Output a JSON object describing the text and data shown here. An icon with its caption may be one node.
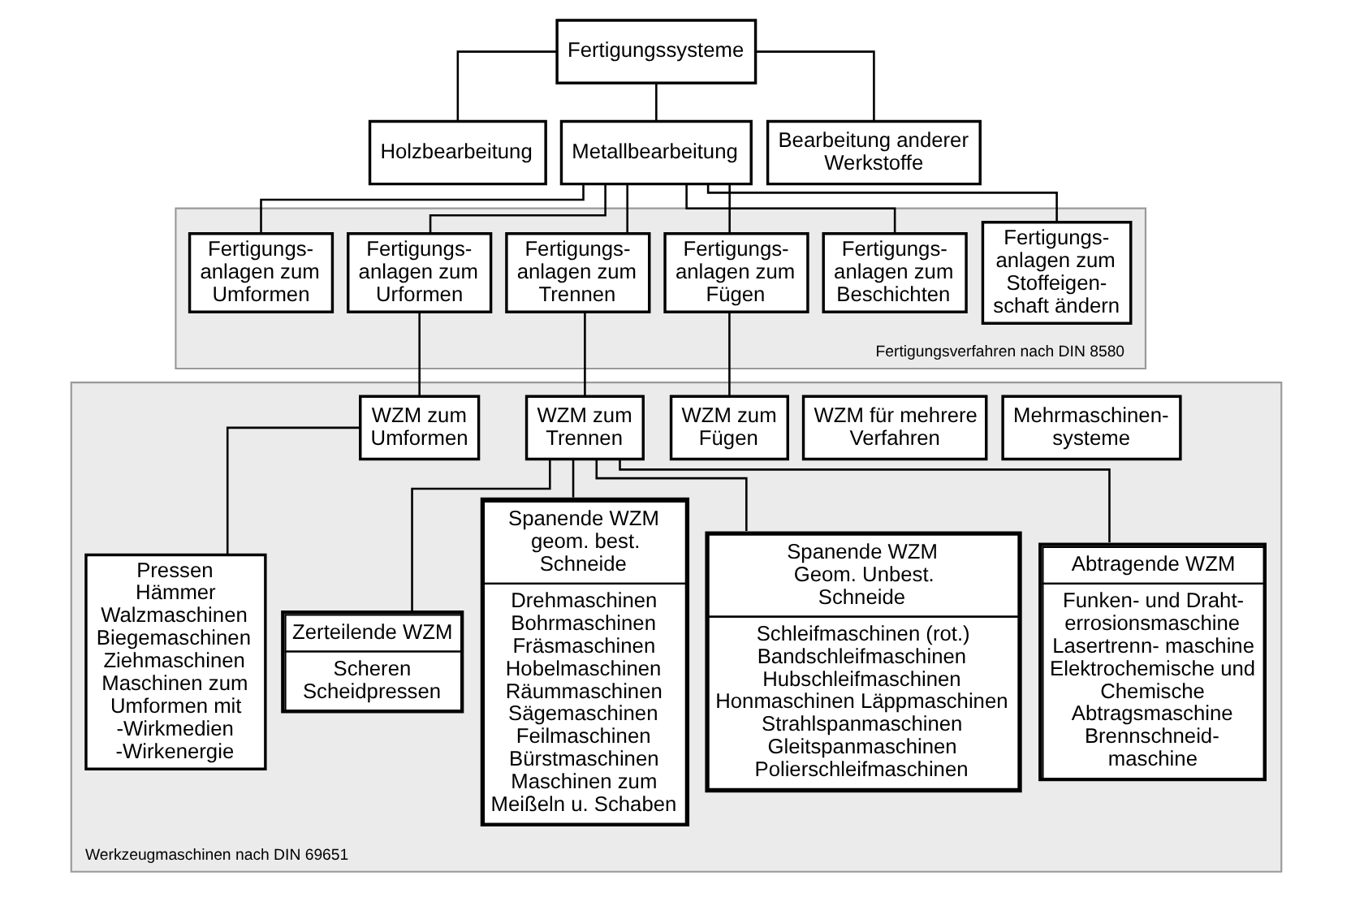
{
  "diagram": {
    "nodes": [
      {
        "text": [
          "Fertigungssysteme"
        ]
      },
      {
        "text": [
          "Holzbearbeitung"
        ]
      },
      {
        "text": [
          "Metallbearbeitung"
        ]
      },
      {
        "text": [
          "Bearbeitung anderer Werkstoffe"
        ]
      },
      {
        "text": [
          "Fertigungsverfahren nach DIN 8580"
        ]
      },
      {
        "text": [
          "Fertigungs- anlagen zum Umformen"
        ],
        "in": 4
      },
      {
        "text": [
          "Fertigungs- anlagen zum Urformen"
        ],
        "in": 4
      },
      {
        "text": [
          "Fertigungs- anlagen zum Trennen"
        ],
        "in": 4
      },
      {
        "text": [
          "Fertigungs- anlagen zum Fügen"
        ],
        "in": 4
      },
      {
        "text": [
          "Fertigungs- anlagen zum Beschichten"
        ],
        "in": 4
      },
      {
        "text": [
          "Fertigungs- anlagen zum Stoffeigen- schaft ändern"
        ],
        "in": 4
      },
      {
        "text": [
          "Werkzeugmaschinen nach DIN 69651"
        ]
      },
      {
        "text": [
          "WZM zum Umformen"
        ],
        "in": 11
      },
      {
        "text": [
          "WZM zum Trennen"
        ],
        "in": 11
      },
      {
        "text": [
          "WZM zum Fügen"
        ],
        "in": 11
      },
      {
        "text": [
          "WZM für mehrere Verfahren"
        ],
        "in": 11
      },
      {
        "text": [
          "Mehrmaschinen- systeme"
        ],
        "in": 11
      },
      {
        "text": [
          "Pressen Hämmer Walzmaschinen Biegemaschinen Ziehmaschinen Maschinen zum Umformen mit -Wirkmedien -Wirkenergie"
        ],
        "in": 11
      },
      {
        "text": [
          "Zerteilende WZM",
          "Scheren Scheidpressen"
        ],
        "in": 11
      },
      {
        "text": [
          "Spanende WZM geom. best. Schneide",
          "Drehmaschinen Bohrmaschinen Fräsmaschinen Hobelmaschinen Räummaschinen Sägemaschinen Feilmaschinen Bürstmaschinen Maschinen zum Meißeln u. Schaben"
        ],
        "in": 11
      },
      {
        "text": [
          "Spanende WZM Geom. Unbest. Schneide",
          "Schleifmaschinen (rot.) Bandschleifmaschinen Hubschleifmaschinen Honmaschinen Läppmaschinen Strahlspanmaschinen Gleitspanmaschinen Polierschleifmaschinen"
        ],
        "in": 11
      },
      {
        "text": [
          "Abtragende WZM",
          "Funken- und Draht- errosionsmaschine Lasertrenn- maschine Elektrochemische und Chemische Abtragsmaschine Brennschneid- maschine"
        ],
        "in": 11
      }
    ],
    "edges": [
      {
        "from": 0,
        "to": 1,
        "arrow": "none"
      },
      {
        "from": 0,
        "to": 2,
        "arrow": "none"
      },
      {
        "from": 0,
        "to": 3,
        "arrow": "none"
      },
      {
        "from": 2,
        "to": 5,
        "arrow": "none"
      },
      {
        "from": 2,
        "to": 6,
        "arrow": "none"
      },
      {
        "from": 2,
        "to": 7,
        "arrow": "none"
      },
      {
        "from": 2,
        "to": 8,
        "arrow": "none"
      },
      {
        "from": 2,
        "to": 9,
        "arrow": "none"
      },
      {
        "from": 2,
        "to": 10,
        "arrow": "none"
      },
      {
        "from": 6,
        "to": 12,
        "arrow": "none"
      },
      {
        "from": 7,
        "to": 13,
        "arrow": "none"
      },
      {
        "from": 8,
        "to": 14,
        "arrow": "none"
      },
      {
        "from": 12,
        "to": 17,
        "arrow": "none"
      },
      {
        "from": 13,
        "to": 18,
        "arrow": "none"
      },
      {
        "from": 13,
        "to": 19,
        "arrow": "none"
      },
      {
        "from": 13,
        "to": 20,
        "arrow": "none"
      },
      {
        "from": 13,
        "to": 21,
        "arrow": "none"
      }
    ]
  }
}
